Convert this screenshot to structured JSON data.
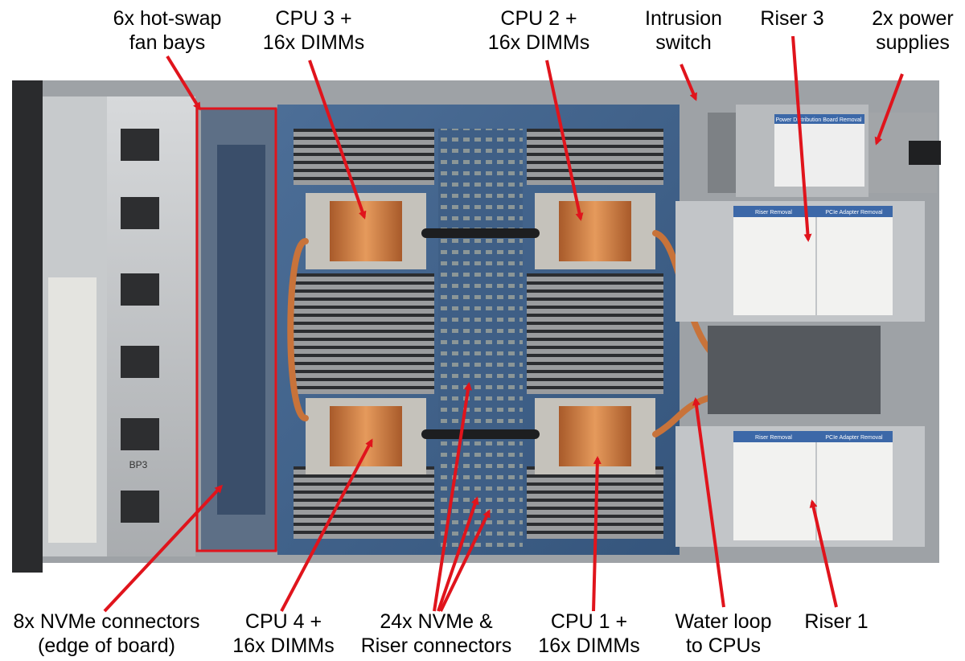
{
  "labels": {
    "fan_bays": [
      "6x hot-swap",
      "fan bays"
    ],
    "cpu3": [
      "CPU 3 +",
      "16x DIMMs"
    ],
    "cpu2": [
      "CPU 2 +",
      "16x DIMMs"
    ],
    "intrusion": [
      "Intrusion",
      "switch"
    ],
    "riser3": [
      "Riser 3"
    ],
    "power": [
      "2x power",
      "supplies"
    ],
    "nvme8": [
      "8x NVMe connectors",
      "(edge of board)"
    ],
    "cpu4": [
      "CPU 4 +",
      "16x DIMMs"
    ],
    "nvme24": [
      "24x NVMe &",
      "Riser connectors"
    ],
    "cpu1": [
      "CPU 1 +",
      "16x DIMMs"
    ],
    "water": [
      "Water loop",
      "to CPUs"
    ],
    "riser1": [
      "Riser 1"
    ]
  },
  "panels": {
    "power_board_title": "Power Distribution Board Removal",
    "riser_removal_title": "Riser Removal",
    "pcie_removal_title": "PCIe Adapter Removal",
    "fan_label": "BP3"
  },
  "colors": {
    "arrow": "#e0141c",
    "board": "#3f5f86",
    "chassis": "#b9bcbf",
    "copper": "#c8733a"
  }
}
